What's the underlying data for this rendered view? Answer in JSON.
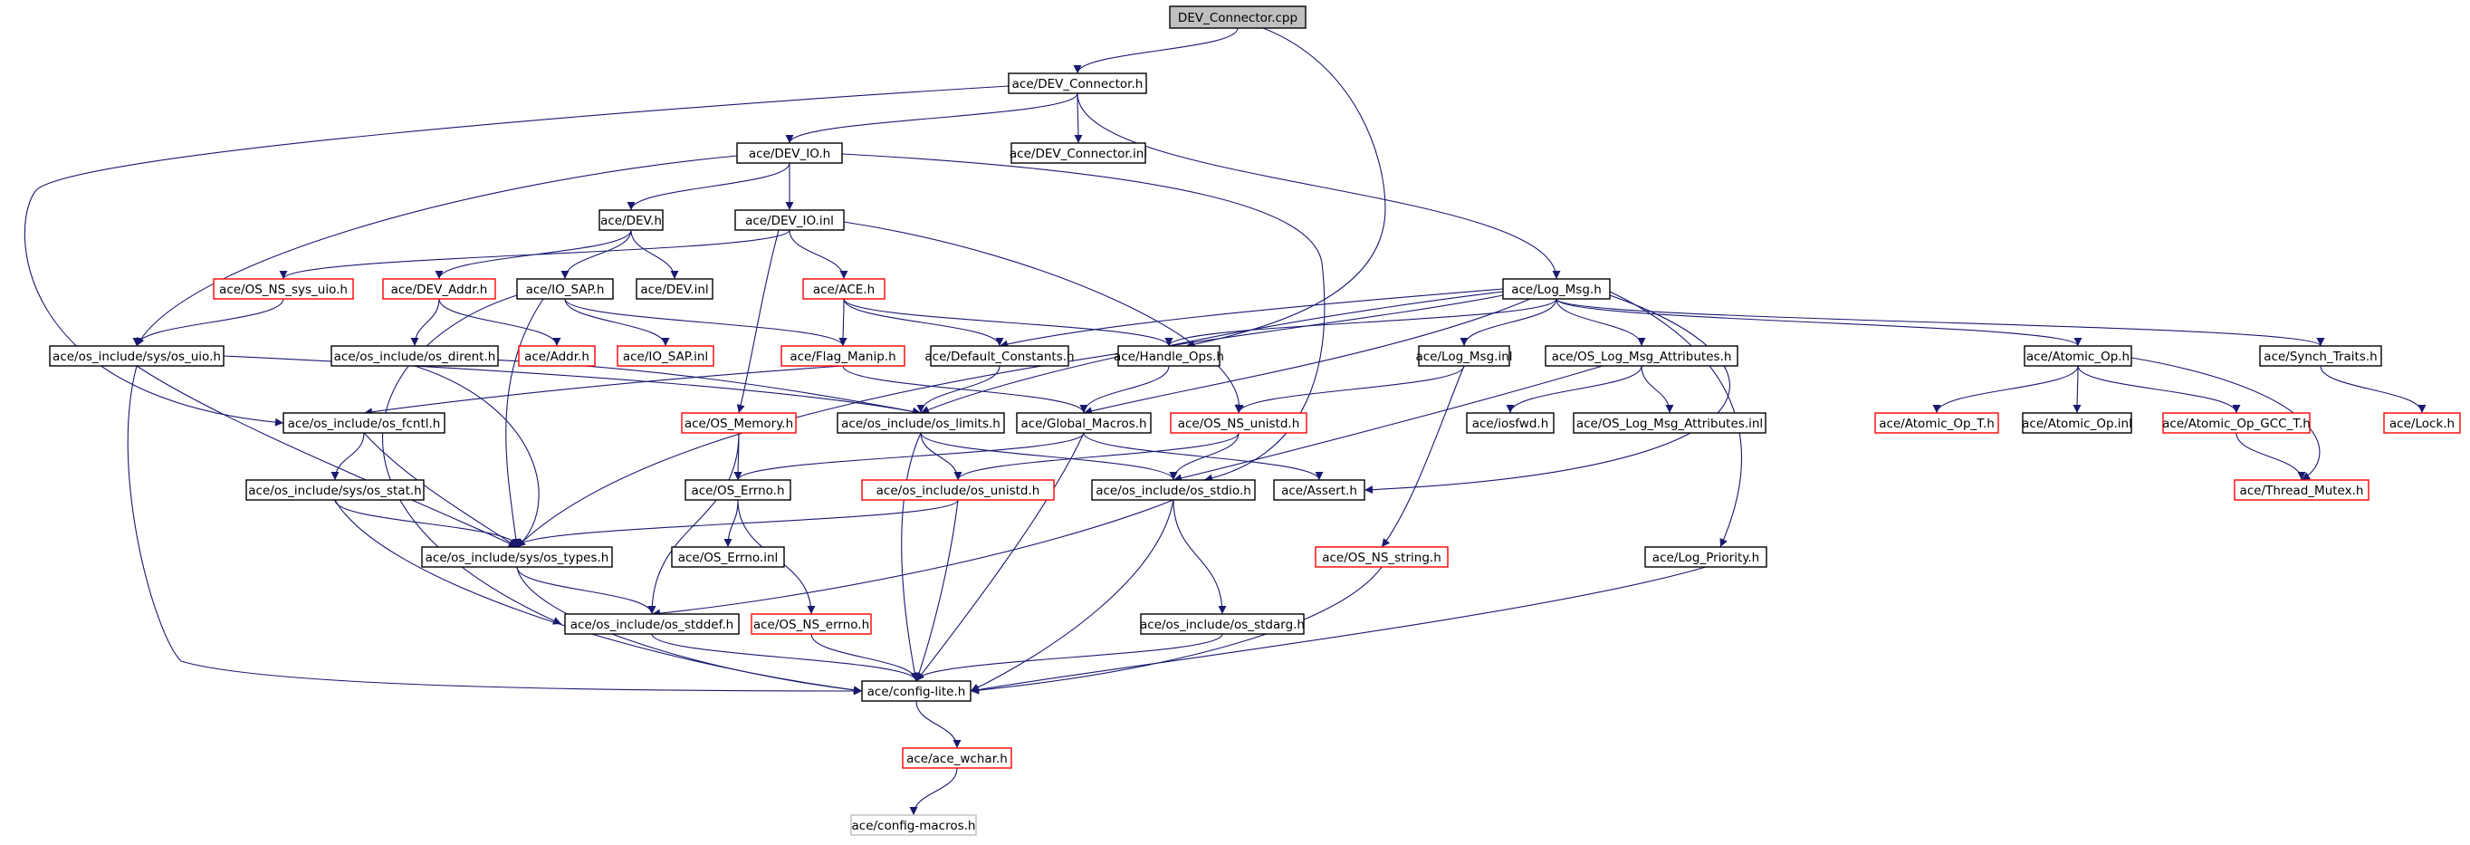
{
  "colors": {
    "edge": "#191970",
    "root_fill": "#bfbfbf",
    "normal_border": "#000000",
    "truncated_border": "#ff0000",
    "external_border": "#bfbfbf",
    "node_fill": "#ffffff"
  },
  "graph": {
    "type": "include-dependency-graph",
    "nodes": [
      {
        "id": "n0",
        "label": "DEV_Connector.cpp",
        "kind": "root"
      },
      {
        "id": "n1",
        "label": "ace/DEV_Connector.h",
        "kind": "normal"
      },
      {
        "id": "n2",
        "label": "ace/DEV_IO.h",
        "kind": "normal"
      },
      {
        "id": "n3",
        "label": "ace/DEV_Connector.inl",
        "kind": "normal"
      },
      {
        "id": "n4",
        "label": "ace/DEV.h",
        "kind": "normal"
      },
      {
        "id": "n5",
        "label": "ace/DEV_IO.inl",
        "kind": "normal"
      },
      {
        "id": "n6",
        "label": "ace/OS_NS_sys_uio.h",
        "kind": "truncated"
      },
      {
        "id": "n7",
        "label": "ace/DEV_Addr.h",
        "kind": "truncated"
      },
      {
        "id": "n8",
        "label": "ace/IO_SAP.h",
        "kind": "normal"
      },
      {
        "id": "n9",
        "label": "ace/DEV.inl",
        "kind": "normal"
      },
      {
        "id": "n10",
        "label": "ace/ACE.h",
        "kind": "truncated"
      },
      {
        "id": "n11",
        "label": "ace/Log_Msg.h",
        "kind": "normal"
      },
      {
        "id": "n12",
        "label": "ace/os_include/sys/os_uio.h",
        "kind": "normal"
      },
      {
        "id": "n13",
        "label": "ace/os_include/os_dirent.h",
        "kind": "normal"
      },
      {
        "id": "n14",
        "label": "ace/Addr.h",
        "kind": "truncated"
      },
      {
        "id": "n15",
        "label": "ace/IO_SAP.inl",
        "kind": "truncated"
      },
      {
        "id": "n16",
        "label": "ace/Flag_Manip.h",
        "kind": "truncated"
      },
      {
        "id": "n17",
        "label": "ace/Default_Constants.h",
        "kind": "normal"
      },
      {
        "id": "n18",
        "label": "ace/Handle_Ops.h",
        "kind": "normal"
      },
      {
        "id": "n19",
        "label": "ace/Log_Msg.inl",
        "kind": "normal"
      },
      {
        "id": "n20",
        "label": "ace/OS_Log_Msg_Attributes.h",
        "kind": "normal"
      },
      {
        "id": "n21",
        "label": "ace/Atomic_Op.h",
        "kind": "normal"
      },
      {
        "id": "n22",
        "label": "ace/Synch_Traits.h",
        "kind": "normal"
      },
      {
        "id": "n23",
        "label": "ace/os_include/os_fcntl.h",
        "kind": "normal"
      },
      {
        "id": "n24",
        "label": "ace/OS_Memory.h",
        "kind": "truncated"
      },
      {
        "id": "n25",
        "label": "ace/os_include/os_limits.h",
        "kind": "normal"
      },
      {
        "id": "n26",
        "label": "ace/Global_Macros.h",
        "kind": "normal"
      },
      {
        "id": "n27",
        "label": "ace/OS_NS_unistd.h",
        "kind": "truncated"
      },
      {
        "id": "n28",
        "label": "ace/iosfwd.h",
        "kind": "normal"
      },
      {
        "id": "n29",
        "label": "ace/OS_Log_Msg_Attributes.inl",
        "kind": "normal"
      },
      {
        "id": "n30",
        "label": "ace/Atomic_Op_T.h",
        "kind": "truncated"
      },
      {
        "id": "n31",
        "label": "ace/Atomic_Op.inl",
        "kind": "normal"
      },
      {
        "id": "n32",
        "label": "ace/Atomic_Op_GCC_T.h",
        "kind": "truncated"
      },
      {
        "id": "n33",
        "label": "ace/Lock.h",
        "kind": "truncated"
      },
      {
        "id": "n34",
        "label": "ace/os_include/sys/os_stat.h",
        "kind": "normal"
      },
      {
        "id": "n35",
        "label": "ace/OS_Errno.h",
        "kind": "normal"
      },
      {
        "id": "n36",
        "label": "ace/os_include/os_unistd.h",
        "kind": "truncated"
      },
      {
        "id": "n37",
        "label": "ace/os_include/os_stdio.h",
        "kind": "normal"
      },
      {
        "id": "n38",
        "label": "ace/Assert.h",
        "kind": "normal"
      },
      {
        "id": "n39",
        "label": "ace/Thread_Mutex.h",
        "kind": "truncated"
      },
      {
        "id": "n40",
        "label": "ace/os_include/sys/os_types.h",
        "kind": "normal"
      },
      {
        "id": "n41",
        "label": "ace/OS_Errno.inl",
        "kind": "normal"
      },
      {
        "id": "n42",
        "label": "ace/OS_NS_string.h",
        "kind": "truncated"
      },
      {
        "id": "n43",
        "label": "ace/Log_Priority.h",
        "kind": "normal"
      },
      {
        "id": "n44",
        "label": "ace/os_include/os_stddef.h",
        "kind": "normal"
      },
      {
        "id": "n45",
        "label": "ace/OS_NS_errno.h",
        "kind": "truncated"
      },
      {
        "id": "n46",
        "label": "ace/os_include/os_stdarg.h",
        "kind": "normal"
      },
      {
        "id": "n47",
        "label": "ace/config-lite.h",
        "kind": "normal"
      },
      {
        "id": "n48",
        "label": "ace/ace_wchar.h",
        "kind": "truncated"
      },
      {
        "id": "n49",
        "label": "ace/config-macros.h",
        "kind": "external"
      }
    ],
    "edges": [
      [
        "n0",
        "n1"
      ],
      [
        "n0",
        "n18"
      ],
      [
        "n1",
        "n2"
      ],
      [
        "n1",
        "n3"
      ],
      [
        "n1",
        "n11"
      ],
      [
        "n1",
        "n23"
      ],
      [
        "n2",
        "n4"
      ],
      [
        "n2",
        "n5"
      ],
      [
        "n2",
        "n12"
      ],
      [
        "n2",
        "n37"
      ],
      [
        "n4",
        "n7"
      ],
      [
        "n4",
        "n8"
      ],
      [
        "n4",
        "n9"
      ],
      [
        "n5",
        "n6"
      ],
      [
        "n5",
        "n10"
      ],
      [
        "n5",
        "n24"
      ],
      [
        "n5",
        "n27"
      ],
      [
        "n6",
        "n12"
      ],
      [
        "n7",
        "n13"
      ],
      [
        "n7",
        "n14"
      ],
      [
        "n8",
        "n15"
      ],
      [
        "n8",
        "n16"
      ],
      [
        "n8",
        "n44"
      ],
      [
        "n8",
        "n40"
      ],
      [
        "n10",
        "n16"
      ],
      [
        "n10",
        "n17"
      ],
      [
        "n10",
        "n18"
      ],
      [
        "n11",
        "n17"
      ],
      [
        "n11",
        "n18"
      ],
      [
        "n11",
        "n19"
      ],
      [
        "n11",
        "n20"
      ],
      [
        "n11",
        "n21"
      ],
      [
        "n11",
        "n22"
      ],
      [
        "n11",
        "n25"
      ],
      [
        "n11",
        "n26"
      ],
      [
        "n11",
        "n38"
      ],
      [
        "n11",
        "n43"
      ],
      [
        "n11",
        "n40"
      ],
      [
        "n12",
        "n40"
      ],
      [
        "n12",
        "n25"
      ],
      [
        "n12",
        "n47"
      ],
      [
        "n13",
        "n40"
      ],
      [
        "n13",
        "n25"
      ],
      [
        "n16",
        "n23"
      ],
      [
        "n16",
        "n26"
      ],
      [
        "n17",
        "n25"
      ],
      [
        "n18",
        "n26"
      ],
      [
        "n19",
        "n27"
      ],
      [
        "n19",
        "n42"
      ],
      [
        "n20",
        "n28"
      ],
      [
        "n20",
        "n29"
      ],
      [
        "n20",
        "n37"
      ],
      [
        "n21",
        "n30"
      ],
      [
        "n21",
        "n31"
      ],
      [
        "n21",
        "n32"
      ],
      [
        "n21",
        "n39"
      ],
      [
        "n22",
        "n33"
      ],
      [
        "n23",
        "n34"
      ],
      [
        "n23",
        "n40"
      ],
      [
        "n24",
        "n35"
      ],
      [
        "n24",
        "n44"
      ],
      [
        "n25",
        "n37"
      ],
      [
        "n25",
        "n36"
      ],
      [
        "n25",
        "n47"
      ],
      [
        "n26",
        "n35"
      ],
      [
        "n26",
        "n38"
      ],
      [
        "n26",
        "n47"
      ],
      [
        "n27",
        "n37"
      ],
      [
        "n27",
        "n36"
      ],
      [
        "n32",
        "n39"
      ],
      [
        "n34",
        "n40"
      ],
      [
        "n34",
        "n47"
      ],
      [
        "n35",
        "n41"
      ],
      [
        "n35",
        "n45"
      ],
      [
        "n36",
        "n40"
      ],
      [
        "n36",
        "n47"
      ],
      [
        "n37",
        "n44"
      ],
      [
        "n37",
        "n46"
      ],
      [
        "n37",
        "n47"
      ],
      [
        "n40",
        "n44"
      ],
      [
        "n40",
        "n47"
      ],
      [
        "n42",
        "n47"
      ],
      [
        "n43",
        "n47"
      ],
      [
        "n44",
        "n47"
      ],
      [
        "n45",
        "n47"
      ],
      [
        "n46",
        "n47"
      ],
      [
        "n47",
        "n48"
      ],
      [
        "n48",
        "n49"
      ]
    ]
  }
}
